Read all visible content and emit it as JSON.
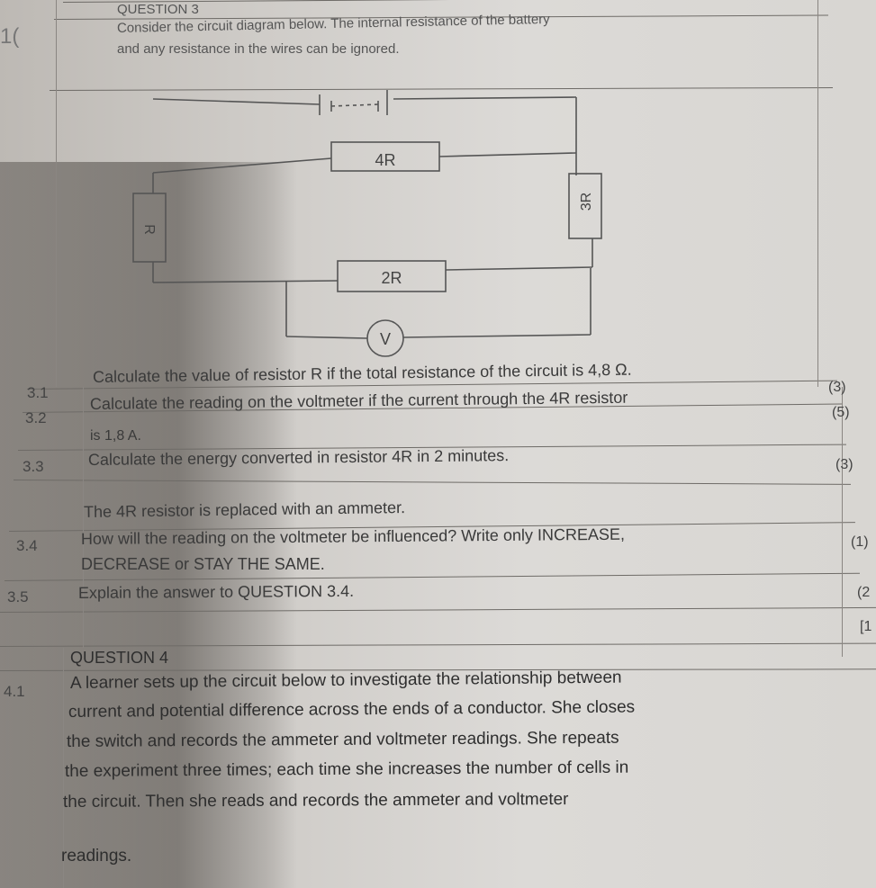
{
  "question3": {
    "heading": "QUESTION 3",
    "intro_line1": "Consider the circuit diagram below. The internal resistance of the battery",
    "intro_line2": "and any resistance in the wires can be ignored.",
    "circuit": {
      "resistor_top": "4R",
      "resistor_left": "R",
      "resistor_right": "3R",
      "resistor_bottom": "2R",
      "voltmeter": "V"
    },
    "items": [
      {
        "number": "3.1",
        "line1": "Calculate the value of resistor R if the total resistance of the circuit is 4,8 Ω.",
        "marks": "(3)"
      },
      {
        "number": "3.2",
        "line1": "Calculate the reading on the voltmeter if the current through the 4R resistor",
        "line2": "is 1,8 A.",
        "marks": "(5)"
      },
      {
        "number": "3.3",
        "line1": "Calculate the energy converted in resistor 4R in 2 minutes.",
        "marks": "(3)"
      },
      {
        "number": "3.4",
        "preamble": "The 4R resistor is replaced with an ammeter.",
        "line1": "How will the reading on the voltmeter be influenced? Write only INCREASE,",
        "line2": "DECREASE or STAY THE SAME.",
        "marks": "(1)"
      },
      {
        "number": "3.5",
        "line1": "Explain the answer to QUESTION 3.4.",
        "marks": "(2"
      }
    ],
    "total_marks": "[1"
  },
  "question4": {
    "heading": "QUESTION 4",
    "number": "4.1",
    "lines": [
      "A learner sets up the circuit below to investigate the relationship between",
      "current and potential difference across the ends of a conductor. She closes",
      "the switch and records the ammeter and voltmeter readings. She repeats",
      "the experiment three times; each time she increases the number of cells in",
      "the circuit. Then she reads and records the ammeter and voltmeter",
      "readings."
    ]
  },
  "margin_mark": "1("
}
